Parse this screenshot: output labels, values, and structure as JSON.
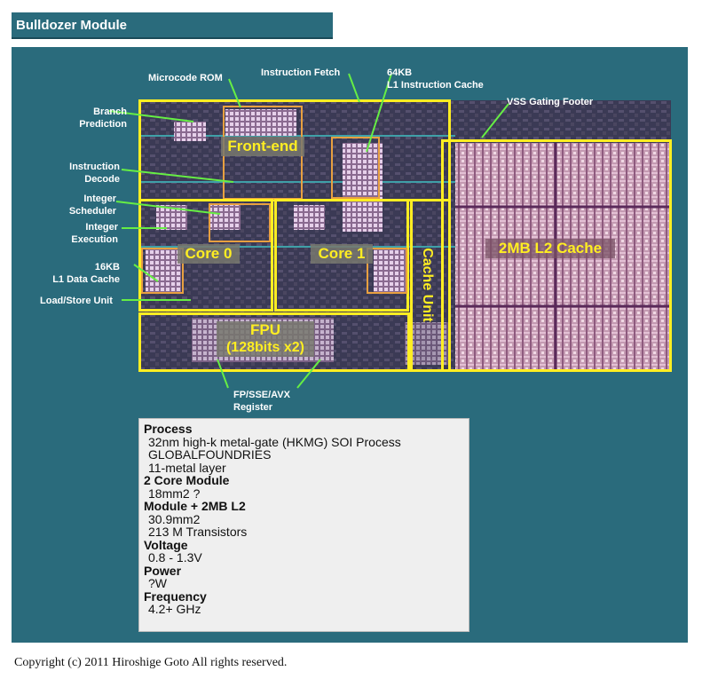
{
  "header": {
    "title": "Bulldozer Module"
  },
  "labels": {
    "microcode_rom": "Microcode ROM",
    "instruction_fetch": "Instruction Fetch",
    "l1_icache_line1": "64KB",
    "l1_icache_line2": "L1 Instruction Cache",
    "branch_prediction_line1": "Branch",
    "branch_prediction_line2": "Prediction",
    "vss_gating_footer": "VSS Gating Footer",
    "instruction_decode_line1": "Instruction",
    "instruction_decode_line2": "Decode",
    "integer_scheduler_line1": "Integer",
    "integer_scheduler_line2": "Scheduler",
    "integer_execution_line1": "Integer",
    "integer_execution_line2": "Execution",
    "l1_dcache_line1": "16KB",
    "l1_dcache_line2": "L1 Data Cache",
    "load_store_unit": "Load/Store Unit",
    "fp_register_line1": "FP/SSE/AVX",
    "fp_register_line2": "Register"
  },
  "blocks": {
    "front_end": "Front-end",
    "core0": "Core 0",
    "core1": "Core 1",
    "cache_unit": "Cache Unit",
    "l2_cache": "2MB L2 Cache",
    "fpu_line1": "FPU",
    "fpu_line2": "(128bits x2)"
  },
  "specs": [
    {
      "heading": "Process",
      "values": [
        "32nm high-k metal-gate (HKMG) SOI Process",
        "GLOBALFOUNDRIES",
        "11-metal layer"
      ]
    },
    {
      "heading": "2 Core Module",
      "values": [
        "18mm2 ?"
      ]
    },
    {
      "heading": "Module + 2MB L2",
      "values": [
        "30.9mm2",
        "213 M Transistors"
      ]
    },
    {
      "heading": "Voltage",
      "values": [
        "0.8 - 1.3V"
      ]
    },
    {
      "heading": "Power",
      "values": [
        "?W"
      ]
    },
    {
      "heading": "Frequency",
      "values": [
        "4.2+ GHz"
      ]
    }
  ],
  "footer": {
    "copyright": "Copyright (c) 2011 Hiroshige Goto All rights reserved."
  },
  "colors": {
    "panel": "#2a6b7c",
    "highlight": "#ffee22",
    "arrow": "#66ee44",
    "block_outline_orange": "#e8a040"
  }
}
